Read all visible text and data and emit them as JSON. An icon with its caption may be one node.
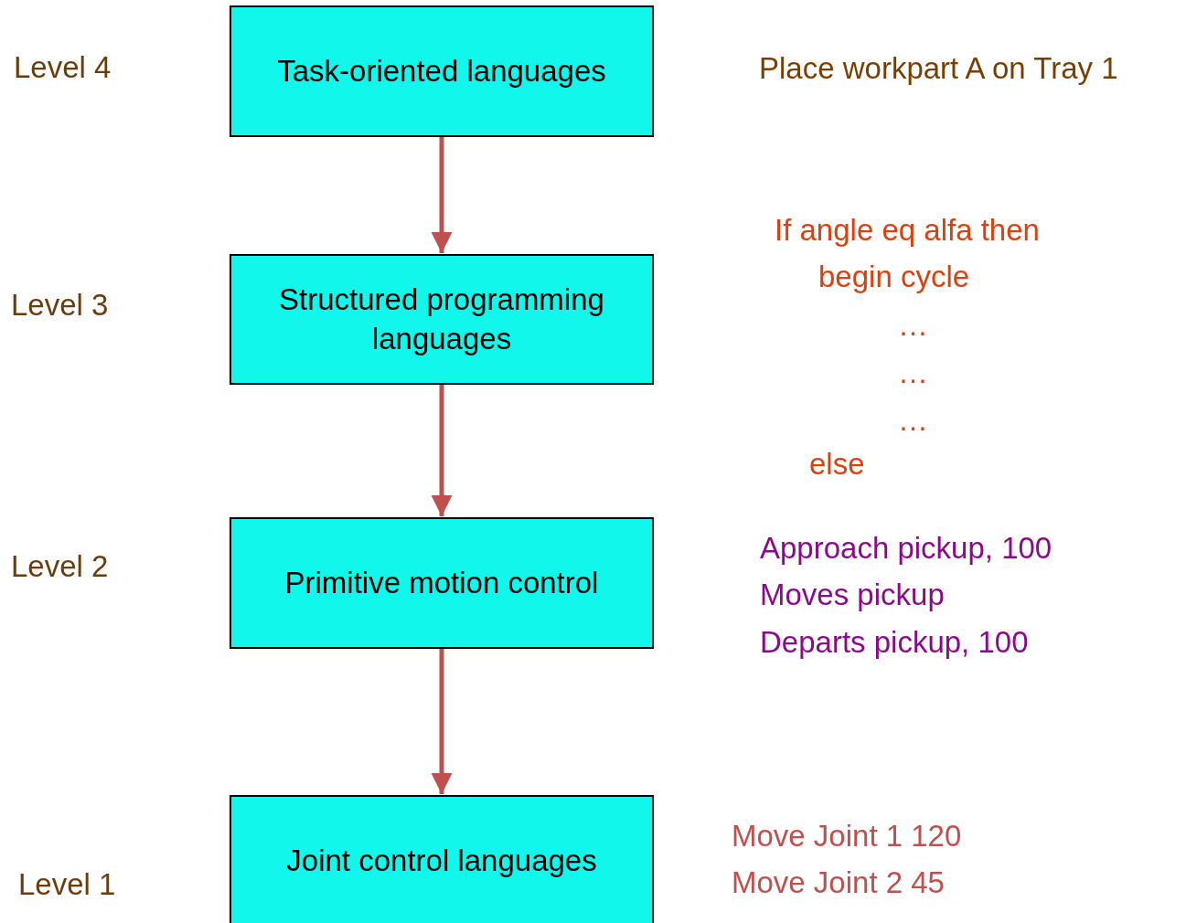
{
  "diagram": {
    "nodes": [
      {
        "text": [
          "Task-oriented languages"
        ]
      },
      {
        "text": [
          "Structured programming languages"
        ]
      },
      {
        "text": [
          "Primitive motion control"
        ]
      },
      {
        "text": [
          "Joint control languages"
        ]
      }
    ],
    "edges": [
      {
        "from": 0,
        "to": 1,
        "arrow": "to"
      },
      {
        "from": 1,
        "to": 2,
        "arrow": "to"
      },
      {
        "from": 2,
        "to": 3,
        "arrow": "to"
      }
    ],
    "labels": [
      "Level 4",
      "Place workpart A on Tray 1",
      "If angle eq alfa then",
      "begin cycle",
      "Level 3",
      "…",
      "…",
      "…",
      "else",
      "Approach pickup, 100",
      "Level 2",
      "Moves pickup",
      "Departs pickup, 100",
      "Move Joint 1 120",
      "Move Joint 2 45",
      "Level 1"
    ]
  }
}
